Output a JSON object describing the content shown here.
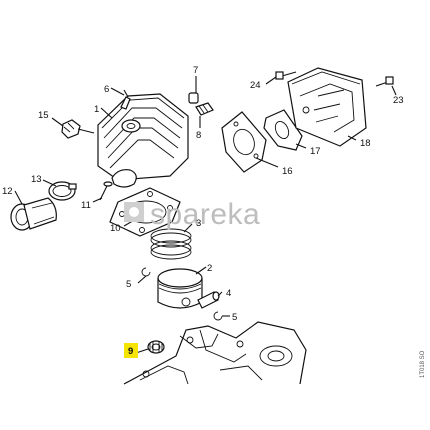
{
  "watermark": {
    "text": "spareka"
  },
  "drawing_code": "1T018 SO",
  "highlighted_part": "9",
  "parts": [
    {
      "id": "p1",
      "label": "1"
    },
    {
      "id": "p2",
      "label": "2"
    },
    {
      "id": "p3",
      "label": "3"
    },
    {
      "id": "p4",
      "label": "4"
    },
    {
      "id": "p5a",
      "label": "5"
    },
    {
      "id": "p5b",
      "label": "5"
    },
    {
      "id": "p6",
      "label": "6"
    },
    {
      "id": "p7",
      "label": "7"
    },
    {
      "id": "p8",
      "label": "8"
    },
    {
      "id": "p9",
      "label": "9"
    },
    {
      "id": "p10",
      "label": "10"
    },
    {
      "id": "p11",
      "label": "11"
    },
    {
      "id": "p12",
      "label": "12"
    },
    {
      "id": "p13",
      "label": "13"
    },
    {
      "id": "p15",
      "label": "15"
    },
    {
      "id": "p16",
      "label": "16"
    },
    {
      "id": "p17",
      "label": "17"
    },
    {
      "id": "p18",
      "label": "18"
    },
    {
      "id": "p23",
      "label": "23"
    },
    {
      "id": "p24",
      "label": "24"
    }
  ]
}
